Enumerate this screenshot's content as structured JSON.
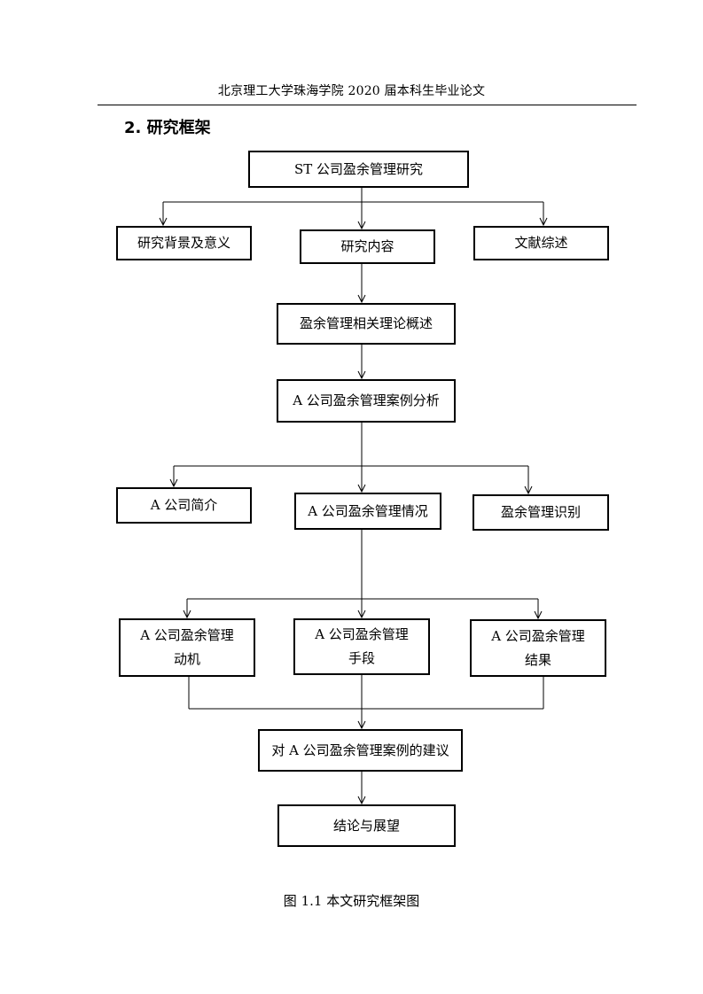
{
  "header": {
    "title": "北京理工大学珠海学院 2020 届本科生毕业论文",
    "section": "2. 研究框架"
  },
  "diagram": {
    "root": "ST 公司盈余管理研究",
    "level1": [
      "研究背景及意义",
      "研究内容",
      "文献综述"
    ],
    "theory": "盈余管理相关理论概述",
    "case": "A 公司盈余管理案例分析",
    "level2": [
      "A 公司简介",
      "A 公司盈余管理情况",
      "盈余管理识别"
    ],
    "level3": [
      {
        "line1": "A 公司盈余管理",
        "line2": "动机"
      },
      {
        "line1": "A 公司盈余管理",
        "line2": "手段"
      },
      {
        "line1": "A 公司盈余管理",
        "line2": "结果"
      }
    ],
    "suggestion": "对 A 公司盈余管理案例的建议",
    "conclusion": "结论与展望"
  },
  "caption": "图 1.1  本文研究框架图"
}
